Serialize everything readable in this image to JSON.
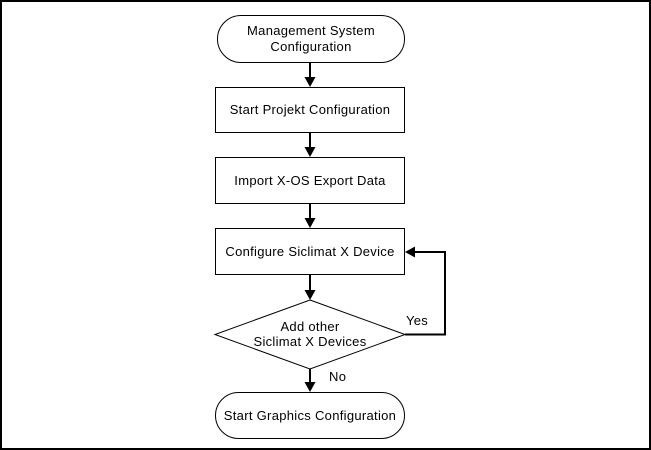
{
  "flowchart": {
    "nodes": [
      {
        "id": "start",
        "shape": "terminator",
        "lines": [
          "Management System",
          "Configuration"
        ]
      },
      {
        "id": "step-1",
        "shape": "process",
        "lines": [
          "Start Projekt Configuration"
        ]
      },
      {
        "id": "step-2",
        "shape": "process",
        "lines": [
          "Import X-OS Export Data"
        ]
      },
      {
        "id": "step-3",
        "shape": "process",
        "lines": [
          "Configure Siclimat X Device"
        ]
      },
      {
        "id": "decision",
        "shape": "decision",
        "lines": [
          "Add other",
          "Siclimat X Devices"
        ]
      },
      {
        "id": "end",
        "shape": "terminator",
        "lines": [
          "Start Graphics Configuration"
        ]
      }
    ],
    "edge_labels": {
      "yes": "Yes",
      "no": "No"
    },
    "colors": {
      "line": "#000000",
      "background": "#ffffff",
      "text": "#000000"
    }
  }
}
